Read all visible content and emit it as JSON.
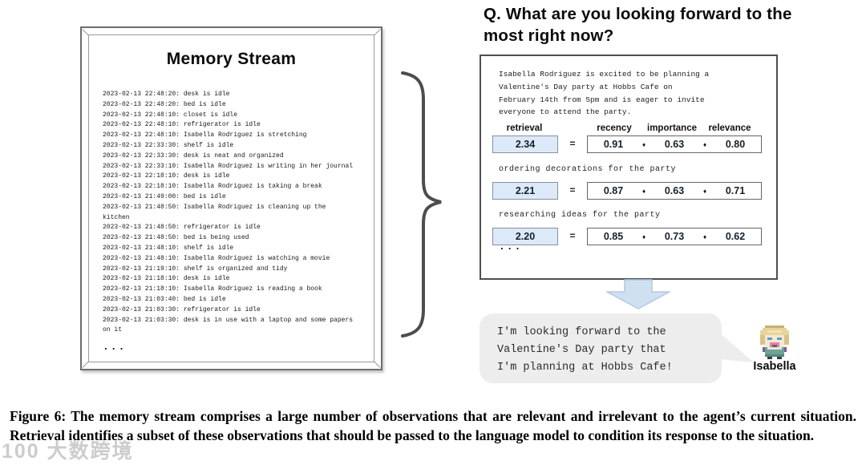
{
  "memory_stream": {
    "title": "Memory Stream",
    "lines": [
      "2023-02-13 22:48:20: desk is idle",
      "2023-02-13 22:48:20: bed is idle",
      "2023-02-13 22:48:10: closet is idle",
      "2023-02-13 22:48:10: refrigerator is idle",
      "2023-02-13 22:48:10: Isabella Rodriguez is stretching",
      "2023-02-13 22:33:30: shelf is idle",
      "2023-02-13 22:33:30: desk is neat and organized",
      "2023-02-13 22:33:10: Isabella Rodriguez is writing in her journal",
      "2023-02-13 22:18:10: desk is idle",
      "2023-02-13 22:18:10: Isabella Rodriguez is taking a break",
      "2023-02-13 21:49:00: bed is idle",
      "2023-02-13 21:48:50: Isabella Rodriguez is cleaning up the",
      "kitchen",
      "2023-02-13 21:48:50: refrigerator is idle",
      "2023-02-13 21:48:50: bed is being used",
      "2023-02-13 21:48:10: shelf is idle",
      "2023-02-13 21:48:10: Isabella Rodriguez is watching a movie",
      "2023-02-13 21:19:10: shelf is organized and tidy",
      "2023-02-13 21:18:10: desk is idle",
      "2023-02-13 21:18:10: Isabella Rodriguez is reading a book",
      "2023-02-13 21:03:40: bed is idle",
      "2023-02-13 21:03:30: refrigerator is idle",
      "2023-02-13 21:03:30: desk is in use with a laptop and some papers",
      "on it"
    ],
    "ellipsis": "..."
  },
  "question": "Q. What are you looking forward to the most right now?",
  "retrieval_panel": {
    "summary_lines": [
      "Isabella Rodriguez is excited to be planning a",
      "Valentine's Day party at Hobbs Cafe on",
      "February 14th from 5pm and is eager to invite",
      "everyone to attend the party."
    ],
    "headers": {
      "retrieval": "retrieval",
      "recency": "recency",
      "importance": "importance",
      "relevance": "relevance"
    },
    "equals": "=",
    "operator": "♦",
    "rows": [
      {
        "label": "",
        "score": "2.34",
        "recency": "0.91",
        "importance": "0.63",
        "relevance": "0.80"
      },
      {
        "label": "ordering decorations for the party",
        "score": "2.21",
        "recency": "0.87",
        "importance": "0.63",
        "relevance": "0.71"
      },
      {
        "label": "researching ideas for the party",
        "score": "2.20",
        "recency": "0.85",
        "importance": "0.73",
        "relevance": "0.62"
      }
    ],
    "ellipsis": "..."
  },
  "response": {
    "bubble_lines": [
      "I'm looking forward to the",
      "Valentine's Day party that",
      "I'm planning at Hobbs Cafe!"
    ],
    "agent_name": "Isabella"
  },
  "caption": "Figure 6: The memory stream comprises a large number of observations that are relevant and irrelevant to the agent’s current situation. Retrieval identifies a subset of these observations that should be passed to the language model to condition its response to the situation.",
  "watermark": "100 大数跨境",
  "colors": {
    "score_box_fill": "#dce9f8",
    "arrow_fill": "#cfe0f1",
    "bubble_fill": "#ededed",
    "frame_border": "#6e6e6e"
  }
}
